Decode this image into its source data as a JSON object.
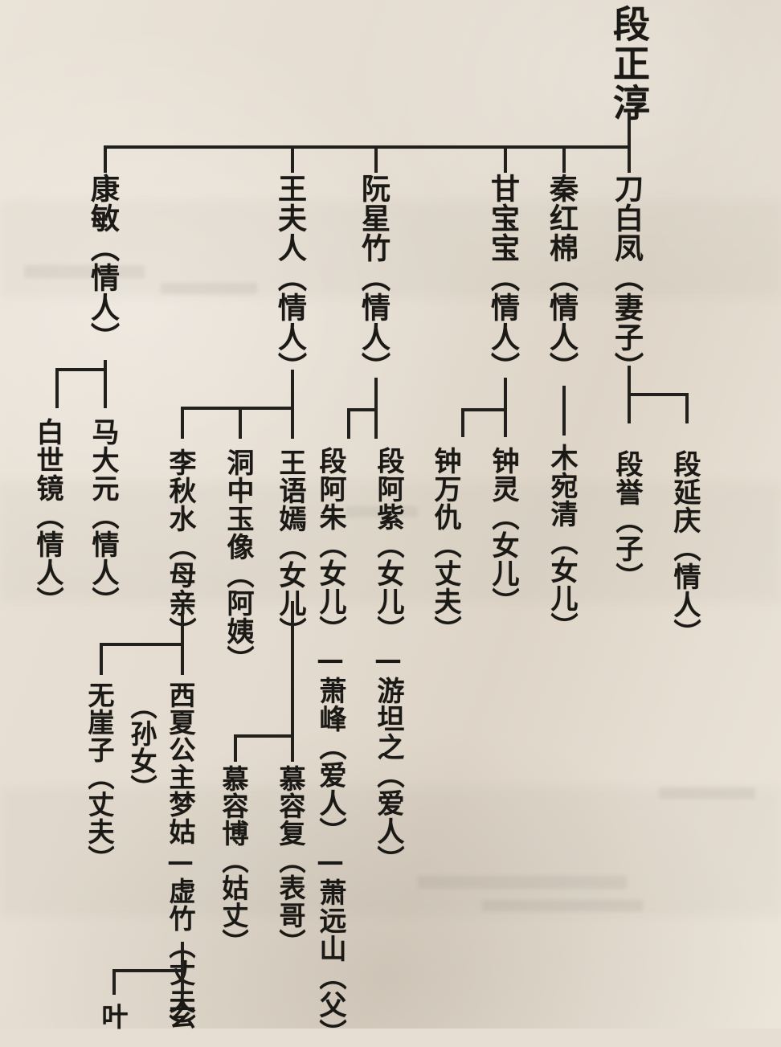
{
  "meta": {
    "kind": "hand-photographed book page",
    "subject": "family-relationship chart",
    "background_color": "#e6ded2",
    "ink_color": "#1b1915"
  },
  "tree": {
    "root": {
      "name": "段正淳",
      "relation": ""
    },
    "spouses": [
      {
        "id": "kangmin",
        "name": "康敏",
        "relation": "（情人）"
      },
      {
        "id": "wangfuren",
        "name": "王夫人",
        "relation": "（情人）"
      },
      {
        "id": "ruanxingzhu",
        "name": "阮星竹",
        "relation": "（情人）"
      },
      {
        "id": "ganbaobao",
        "name": "甘宝宝",
        "relation": "（情人）"
      },
      {
        "id": "qinhongmian",
        "name": "秦红棉",
        "relation": "（情人）"
      },
      {
        "id": "daobaifeng",
        "name": "刀白凤",
        "relation": "（妻子）"
      }
    ],
    "children": {
      "kangmin": [
        {
          "name": "白世镜",
          "relation": "（情人）"
        },
        {
          "name": "马大元",
          "relation": "（情人）"
        }
      ],
      "wangfuren": [
        {
          "name": "李秋水",
          "relation": "（母亲）"
        },
        {
          "name": "洞中玉像",
          "relation": "（阿姨）"
        },
        {
          "name": "王语嫣",
          "relation": "（女儿）"
        }
      ],
      "ruanxingzhu": [
        {
          "name": "段阿朱",
          "relation": "（女儿）"
        },
        {
          "name": "段阿紫",
          "relation": "（女儿）"
        }
      ],
      "ganbaobao": [
        {
          "name": "钟万仇",
          "relation": "（丈夫）"
        },
        {
          "name": "钟灵",
          "relation": "（女儿）"
        }
      ],
      "qinhongmian": [
        {
          "name": "木宛清",
          "relation": "（女儿）"
        }
      ],
      "daobaifeng": [
        {
          "name": "段誉",
          "relation": "（子）"
        },
        {
          "name": "段延庆",
          "relation": "（情人）"
        }
      ]
    },
    "chains": {
      "azhu": [
        {
          "name": "萧峰",
          "relation": "（爱人）"
        },
        {
          "name": "萧远山",
          "relation": "（父）"
        }
      ],
      "azi": [
        {
          "name": "游坦之",
          "relation": "（爱人）"
        }
      ],
      "mengu": [
        {
          "name": "虚竹",
          "relation": "（丈夫）"
        }
      ],
      "liqiushui": [
        {
          "name": "无崖子",
          "relation": "（丈夫）"
        }
      ]
    },
    "descendants": {
      "wangyuyan": [
        {
          "name": "慕容博",
          "relation": "（姑丈）"
        },
        {
          "name": "慕容复",
          "relation": "（表哥）"
        }
      ],
      "liqiushui": [
        {
          "name": "无崖子",
          "relation": "（丈夫）"
        },
        {
          "name": "西夏公主梦姑",
          "relation": "（孙女）"
        }
      ],
      "xuzhu": [
        {
          "name": "叶",
          "relation": ""
        },
        {
          "name": "玄",
          "relation": ""
        }
      ]
    }
  },
  "labels": {
    "root": "段正淳",
    "daobaifeng": "刀白凤（妻子）",
    "qinhongmian": "秦红棉（情人）",
    "ganbaobao": "甘宝宝（情人）",
    "ruanxingzhu": "阮星竹（情人）",
    "wangfuren": "王夫人（情人）",
    "kangmin": "康敏（情人）",
    "duanyu": "段誉（子）",
    "duanyanqing": "段延庆（情人）",
    "muwanqing": "木宛清（女儿）",
    "zhongling": "钟灵（女儿）",
    "zhongwanchou": "钟万仇（丈夫）",
    "duanazhu": "段阿朱（女儿）—萧峰（爱人）—萧远山（父）",
    "duanazi": "段阿紫（女儿）—游坦之（爱人）",
    "wangyuyan": "王语嫣（女儿）",
    "dongzhongyuxiang": "洞中玉像（阿姨）",
    "liqiushui": "李秋水（母亲）",
    "murongfu": "慕容复（表哥）",
    "murongbo": "慕容博（姑丈）",
    "xixiagongzhu": "西夏公主梦姑—虚竹（丈夫）",
    "wuyazi": "无崖子（丈夫）",
    "sunnv": "（孙女）",
    "madayuan": "马大元（情人）",
    "baishijing": "白世镜（情人）",
    "child_ye": "叶",
    "child_xuan": "玄"
  }
}
